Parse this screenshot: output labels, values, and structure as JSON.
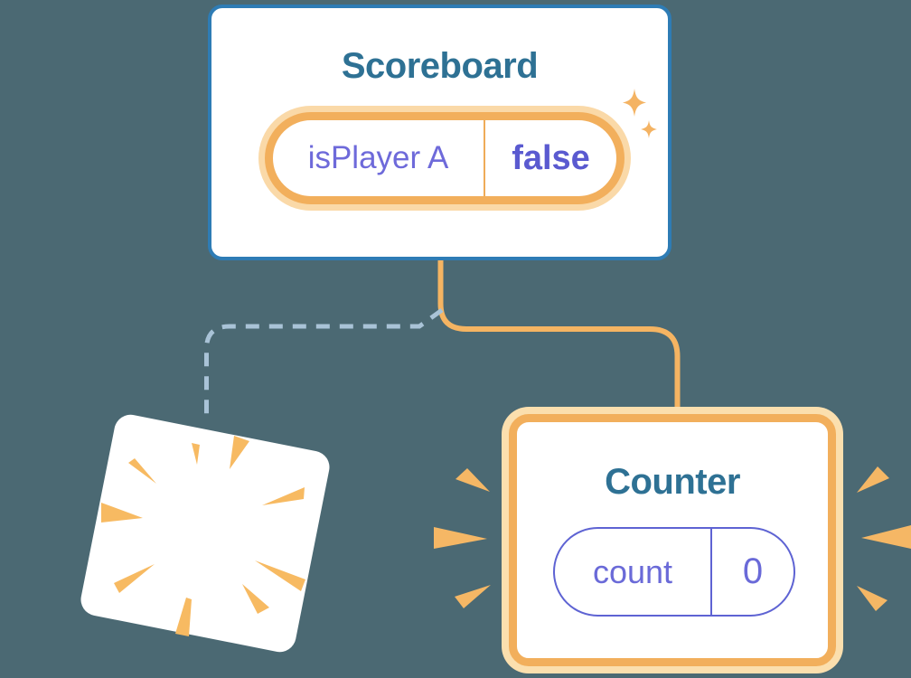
{
  "diagram": {
    "background_color": "#4B6973",
    "scoreboard_card": {
      "title": "Scoreboard",
      "state_pill": {
        "label": "isPlayer A",
        "value": "false"
      }
    },
    "counter_card": {
      "title": "Counter",
      "state_pill": {
        "label": "count",
        "value": "0"
      }
    },
    "destroyed_card": {
      "description_icon": "poof-burst-icon"
    },
    "icons": {
      "sparkles": "sparkles-icon",
      "poof": "poof-burst-icon",
      "emphasis_left": "emphasis-rays-left-icon",
      "emphasis_right": "emphasis-rays-right-icon"
    },
    "colors": {
      "background": "#4B6973",
      "card_background": "#FFFFFF",
      "scoreboard_border_blue": "#2E7CB5",
      "title_teal": "#2E7194",
      "pill_orange_border": "#F2AF5C",
      "pill_orange_glow": "#FAD9A8",
      "counter_glow": "#FBDFAE",
      "connector_orange": "#F5B462",
      "dashed_line_blue": "#A9C3D7",
      "burst_orange": "#F7BA62",
      "purple_pill_border": "#5E63D3",
      "purple_text": "#6E6ADA",
      "purple_text_bold": "#5A5AD0"
    }
  }
}
